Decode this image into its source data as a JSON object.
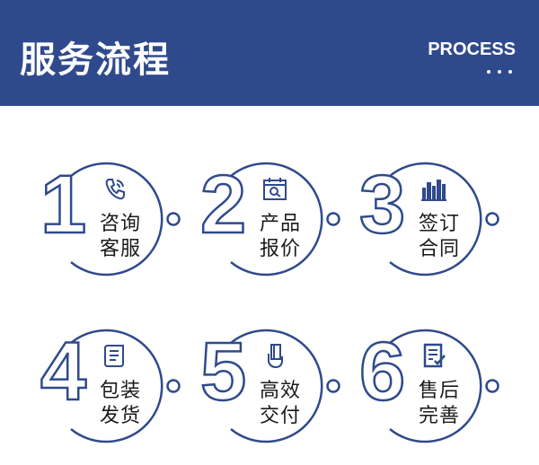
{
  "header": {
    "title": "服务流程",
    "subtitle": "PROCESS"
  },
  "steps": [
    {
      "number": "1",
      "line1": "咨询",
      "line2": "客服",
      "icon": "phone-icon"
    },
    {
      "number": "2",
      "line1": "产品",
      "line2": "报价",
      "icon": "calendar-search-icon"
    },
    {
      "number": "3",
      "line1": "签订",
      "line2": "合同",
      "icon": "city-icon"
    },
    {
      "number": "4",
      "line1": "包装",
      "line2": "发货",
      "icon": "scroll-icon"
    },
    {
      "number": "5",
      "line1": "高效",
      "line2": "交付",
      "icon": "hand-card-icon"
    },
    {
      "number": "6",
      "line1": "售后",
      "line2": "完善",
      "icon": "checklist-icon"
    }
  ],
  "colors": {
    "primary": "#2f4a8c",
    "text": "#1a1a1a"
  }
}
